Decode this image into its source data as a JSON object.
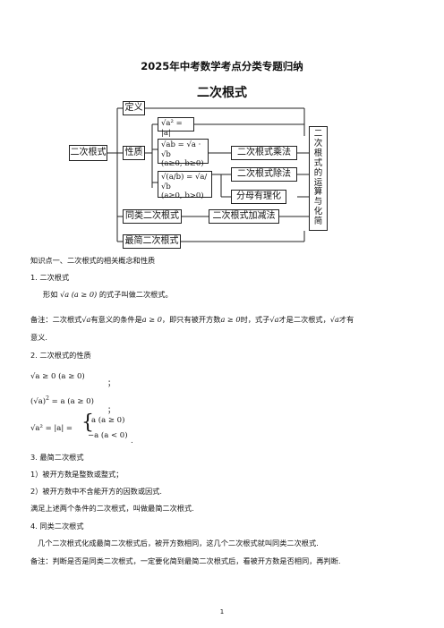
{
  "header": {
    "title": "2025年中考数学考点分类专题归纳",
    "subtitle": "二次根式"
  },
  "diagram": {
    "root": "二次根式",
    "definition": "定义",
    "property": "性质",
    "prop_abs": "√a² = |a|",
    "prop_mul_top": "√ab = √a · √b",
    "prop_mul_cond": "(a≥0, b≥0)",
    "prop_div_top": "√(a/b) = √a/√b",
    "prop_div_cond": "(a≥0, b>0)",
    "mul": "二次根式乘法",
    "div": "二次根式除法",
    "rationalize": "分母有理化",
    "similar": "同类二次根式",
    "addsub": "二次根式加减法",
    "simplest": "最简二次根式",
    "ops_chars": [
      "二",
      "次",
      "根",
      "式",
      "的",
      "运",
      "算",
      "与",
      "化",
      "简"
    ]
  },
  "content": {
    "kp1": "知识点一、二次根式的相关概念和性质",
    "s1_heading": "1.  二次根式",
    "s1_text_a": "形如",
    "s1_text_b": "的式子叫做二次根式。",
    "s1_formula": "√a (a ≥ 0)",
    "note1_a": "备注：二次根式",
    "note1_b": "有意义的条件是",
    "note1_c": "，即只有被开方数",
    "note1_d": "时，式子",
    "note1_e": "才是二次根式，",
    "note1_f": "才有",
    "note1_g": "意义.",
    "note1_sqrt": "√a",
    "note1_cond": "a ≥ 0",
    "s2_heading": "2. 二次根式的性质",
    "f1": "√a ≥ 0 (a ≥ 0)",
    "f2_left": "(√a)",
    "f2_right": "= a (a ≥ 0)",
    "f3_left": "√a² = |a| =",
    "f3_case1": "a   (a ≥ 0)",
    "f3_case2": "−a  (a < 0)",
    "semicolon1": "；",
    "semicolon2": "；",
    "period": ".",
    "s3_heading": "3.  最简二次根式",
    "s3_item1": "1）被开方数是整数或整式；",
    "s3_item2": "2）被开方数中不含能开方的因数或因式.",
    "s3_summary": "满足上述两个条件的二次根式，叫做最简二次根式.",
    "s4_heading": "4.  同类二次根式",
    "s4_text": "几个二次根式化成最简二次根式后，被开方数相同，这几个二次根式就叫同类二次根式.",
    "s4_note": "备注：判断是否是同类二次根式，一定要化简到最简二次根式后，看被开方数是否相同，再判断."
  },
  "footer": {
    "page": "1"
  }
}
